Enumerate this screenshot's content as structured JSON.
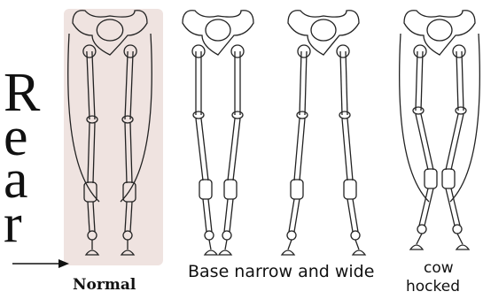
{
  "side_label": {
    "letters": [
      "R",
      "e",
      "a",
      "r"
    ]
  },
  "captions": {
    "normal": "Normal",
    "base": "Base narrow and wide",
    "cow_line1": "cow",
    "cow_line2": "hocked"
  },
  "figures": [
    {
      "id": "normal"
    },
    {
      "id": "base-narrow"
    },
    {
      "id": "base-wide"
    },
    {
      "id": "cow-hocked"
    }
  ],
  "colors": {
    "line": "#222222",
    "highlight": "#efe3e0"
  }
}
